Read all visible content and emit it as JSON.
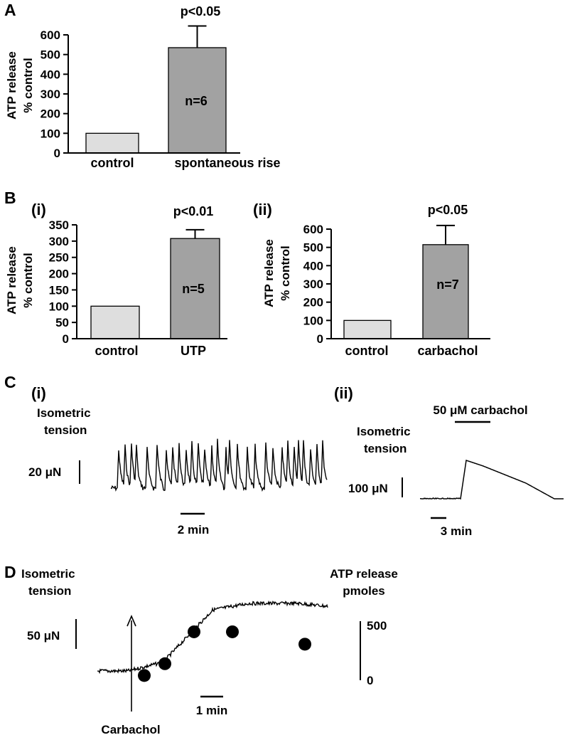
{
  "panels": {
    "A": {
      "letter": "A"
    },
    "B": {
      "letter": "B",
      "sub_i": "(i)",
      "sub_ii": "(ii)"
    },
    "C": {
      "letter": "C",
      "sub_i": "(i)",
      "sub_ii": "(ii)"
    },
    "D": {
      "letter": "D"
    }
  },
  "colors": {
    "control_bar": "#dedede",
    "treated_bar": "#a2a2a2",
    "ink": "#000000"
  },
  "chart_data": [
    {
      "id": "A",
      "type": "bar",
      "categories": [
        "control",
        "spontaneous rise"
      ],
      "values": [
        100,
        535
      ],
      "errors": [
        null,
        110
      ],
      "ylabel": [
        "ATP release",
        "% control"
      ],
      "ylim": [
        0,
        600
      ],
      "yticks": [
        "0",
        "100",
        "200",
        "300",
        "400",
        "500",
        "600"
      ],
      "pvalue": "p<0.05",
      "n_label": "n=6"
    },
    {
      "id": "B-i",
      "type": "bar",
      "categories": [
        "control",
        "UTP"
      ],
      "values": [
        100,
        308
      ],
      "errors": [
        null,
        27
      ],
      "ylabel": [
        "ATP release",
        "% control"
      ],
      "ylim": [
        0,
        350
      ],
      "yticks": [
        "0",
        "50",
        "100",
        "150",
        "200",
        "250",
        "300",
        "350"
      ],
      "pvalue": "p<0.01",
      "n_label": "n=5"
    },
    {
      "id": "B-ii",
      "type": "bar",
      "categories": [
        "control",
        "carbachol"
      ],
      "values": [
        100,
        515
      ],
      "errors": [
        null,
        105
      ],
      "ylabel": [
        "ATP release",
        "% control"
      ],
      "ylim": [
        0,
        600
      ],
      "yticks": [
        "0",
        "100",
        "200",
        "300",
        "400",
        "500",
        "600"
      ],
      "pvalue": "p<0.05",
      "n_label": "n=7"
    },
    {
      "id": "C-i",
      "type": "line",
      "label": [
        "Isometric",
        "tension"
      ],
      "scale_y": "20 μN",
      "scale_x": "2 min"
    },
    {
      "id": "C-ii",
      "type": "line",
      "label": [
        "Isometric",
        "tension"
      ],
      "stimulus": "50 μM carbachol",
      "scale_y": "100 μN",
      "scale_x": "3 min"
    },
    {
      "id": "D",
      "type": "line",
      "label": [
        "Isometric",
        "tension"
      ],
      "right_label": [
        "ATP release",
        "pmoles"
      ],
      "scale_y": "50 μN",
      "scale_x": "1 min",
      "atp_scale": [
        "500",
        "0"
      ],
      "arrow_label": "Carbachol",
      "atp_points_pmoles": [
        40,
        140,
        410,
        410,
        305
      ]
    }
  ]
}
